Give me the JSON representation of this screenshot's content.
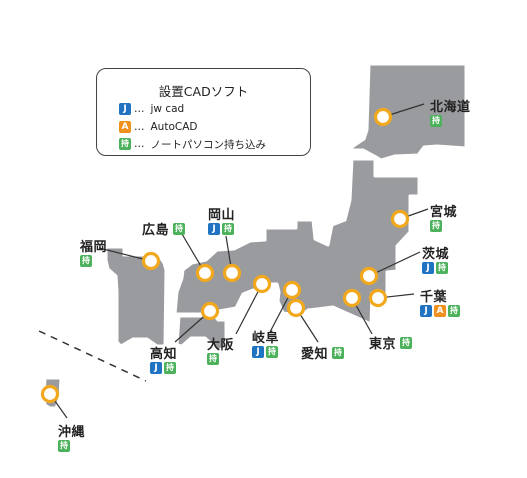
{
  "legend": {
    "title": "設置CADソフト",
    "items": [
      {
        "badge": "J",
        "sep": "…",
        "text": "jw cad",
        "color": "#1f73c1"
      },
      {
        "badge": "A",
        "sep": "…",
        "text": "AutoCAD",
        "color": "#f0901f"
      },
      {
        "badge": "持",
        "sep": "…",
        "text": "ノートパソコン持ち込み",
        "color": "#4bb15b"
      }
    ]
  },
  "badge_symbols": {
    "jw": "J",
    "acad": "A",
    "mochikomi": "持"
  },
  "locations": {
    "hokkaido": {
      "name": "北海道",
      "badges": [
        "mochikomi"
      ]
    },
    "miyagi": {
      "name": "宮城",
      "badges": [
        "mochikomi"
      ]
    },
    "ibaraki": {
      "name": "茨城",
      "badges": [
        "jw",
        "mochikomi"
      ]
    },
    "chiba": {
      "name": "千葉",
      "badges": [
        "jw",
        "acad",
        "mochikomi"
      ]
    },
    "tokyo": {
      "name": "東京",
      "badges": [
        "mochikomi"
      ]
    },
    "aichi": {
      "name": "愛知",
      "badges": [
        "mochikomi"
      ]
    },
    "gifu": {
      "name": "岐阜",
      "badges": [
        "jw",
        "mochikomi"
      ]
    },
    "osaka": {
      "name": "大阪",
      "badges": [
        "mochikomi"
      ]
    },
    "okayama": {
      "name": "岡山",
      "badges": [
        "jw",
        "mochikomi"
      ]
    },
    "hiroshima": {
      "name": "広島",
      "badges": [
        "mochikomi"
      ]
    },
    "fukuoka": {
      "name": "福岡",
      "badges": [
        "mochikomi"
      ]
    },
    "kochi": {
      "name": "高知",
      "badges": [
        "jw",
        "mochikomi"
      ]
    },
    "okinawa": {
      "name": "沖縄",
      "badges": [
        "mochikomi"
      ]
    }
  },
  "colors": {
    "land": "#9a9b9e",
    "marker_ring": "#f2a81d",
    "jw": "#1f73c1",
    "acad": "#f0901f",
    "mochikomi": "#4bb15b"
  }
}
